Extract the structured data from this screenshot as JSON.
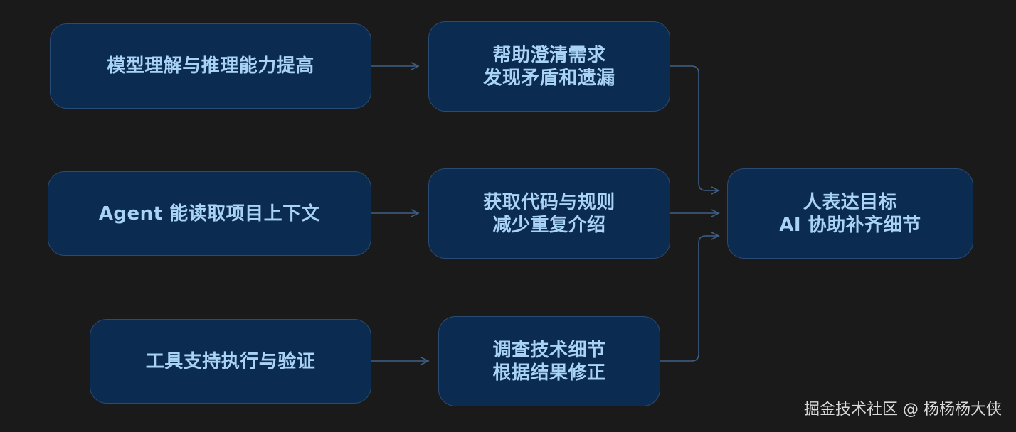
{
  "nodes": {
    "model_ability": {
      "lines": [
        "模型理解与推理能力提高"
      ]
    },
    "clarify_needs": {
      "lines": [
        "帮助澄清需求",
        "发现矛盾和遗漏"
      ]
    },
    "agent_context": {
      "lines": [
        "Agent 能读取项目上下文"
      ]
    },
    "fetch_code": {
      "lines": [
        "获取代码与规则",
        "减少重复介绍"
      ]
    },
    "tool_support": {
      "lines": [
        "工具支持执行与验证"
      ]
    },
    "investigate": {
      "lines": [
        "调查技术细节",
        "根据结果修正"
      ]
    },
    "goal": {
      "lines": [
        "人表达目标",
        "AI 协助补齐细节"
      ]
    }
  },
  "watermark": "掘金技术社区 @ 杨杨杨大侠",
  "colors": {
    "background": "#1a1a1a",
    "node_fill": "#0c2b50",
    "node_border": "#2a4b73",
    "node_text": "#a8d2f6",
    "connector": "#3e5f85"
  }
}
